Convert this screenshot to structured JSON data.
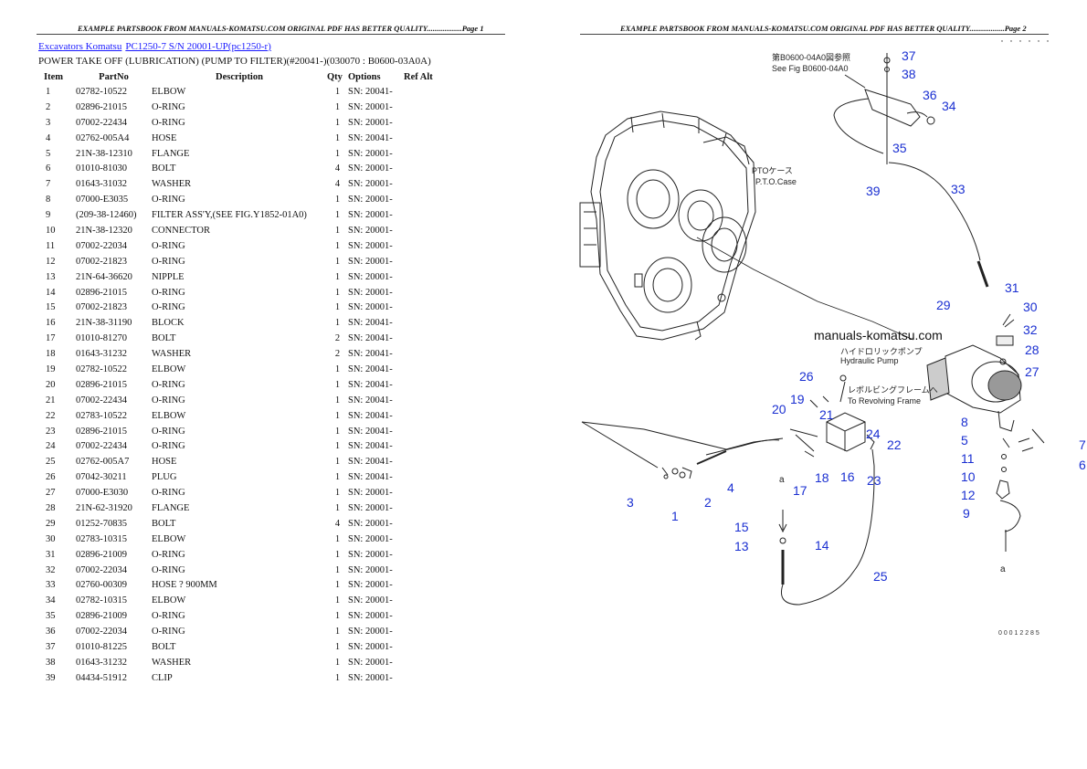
{
  "page1": {
    "header": "EXAMPLE PARTSBOOK FROM MANUALS-KOMATSU.COM ORIGINAL PDF HAS BETTER QUALITY..................Page 1",
    "breadcrumb": {
      "link1": "Excavators Komatsu",
      "link2": "PC1250-7 S/N 20001-UP(pc1250-r)"
    },
    "subtitle": "POWER TAKE OFF (LUBRICATION) (PUMP TO FILTER)(#20041-)(030070 : B0600-03A0A)",
    "table": {
      "headers": [
        "Item",
        "PartNo",
        "Description",
        "Qty",
        "Options",
        "Ref Alt"
      ],
      "rows": [
        [
          "1",
          "02782-10522",
          "ELBOW",
          "1",
          "SN: 20041-"
        ],
        [
          "2",
          "02896-21015",
          "O-RING",
          "1",
          "SN: 20001-"
        ],
        [
          "3",
          "07002-22434",
          "O-RING",
          "1",
          "SN: 20001-"
        ],
        [
          "4",
          "02762-005A4",
          "HOSE",
          "1",
          "SN: 20041-"
        ],
        [
          "5",
          "21N-38-12310",
          "FLANGE",
          "1",
          "SN: 20001-"
        ],
        [
          "6",
          "01010-81030",
          "BOLT",
          "4",
          "SN: 20001-"
        ],
        [
          "7",
          "01643-31032",
          "WASHER",
          "4",
          "SN: 20001-"
        ],
        [
          "8",
          "07000-E3035",
          "O-RING",
          "1",
          "SN: 20001-"
        ],
        [
          "9",
          "(209-38-12460)",
          "FILTER ASS'Y,(SEE FIG.Y1852-01A0)",
          "1",
          "SN: 20001-"
        ],
        [
          "10",
          "21N-38-12320",
          "CONNECTOR",
          "1",
          "SN: 20001-"
        ],
        [
          "11",
          "07002-22034",
          "O-RING",
          "1",
          "SN: 20001-"
        ],
        [
          "12",
          "07002-21823",
          "O-RING",
          "1",
          "SN: 20001-"
        ],
        [
          "13",
          "21N-64-36620",
          "NIPPLE",
          "1",
          "SN: 20001-"
        ],
        [
          "14",
          "02896-21015",
          "O-RING",
          "1",
          "SN: 20001-"
        ],
        [
          "15",
          "07002-21823",
          "O-RING",
          "1",
          "SN: 20001-"
        ],
        [
          "16",
          "21N-38-31190",
          "BLOCK",
          "1",
          "SN: 20041-"
        ],
        [
          "17",
          "01010-81270",
          "BOLT",
          "2",
          "SN: 20041-"
        ],
        [
          "18",
          "01643-31232",
          "WASHER",
          "2",
          "SN: 20041-"
        ],
        [
          "19",
          "02782-10522",
          "ELBOW",
          "1",
          "SN: 20041-"
        ],
        [
          "20",
          "02896-21015",
          "O-RING",
          "1",
          "SN: 20041-"
        ],
        [
          "21",
          "07002-22434",
          "O-RING",
          "1",
          "SN: 20041-"
        ],
        [
          "22",
          "02783-10522",
          "ELBOW",
          "1",
          "SN: 20041-"
        ],
        [
          "23",
          "02896-21015",
          "O-RING",
          "1",
          "SN: 20041-"
        ],
        [
          "24",
          "07002-22434",
          "O-RING",
          "1",
          "SN: 20041-"
        ],
        [
          "25",
          "02762-005A7",
          "HOSE",
          "1",
          "SN: 20041-"
        ],
        [
          "26",
          "07042-30211",
          "PLUG",
          "1",
          "SN: 20041-"
        ],
        [
          "27",
          "07000-E3030",
          "O-RING",
          "1",
          "SN: 20001-"
        ],
        [
          "28",
          "21N-62-31920",
          "FLANGE",
          "1",
          "SN: 20001-"
        ],
        [
          "29",
          "01252-70835",
          "BOLT",
          "4",
          "SN: 20001-"
        ],
        [
          "30",
          "02783-10315",
          "ELBOW",
          "1",
          "SN: 20001-"
        ],
        [
          "31",
          "02896-21009",
          "O-RING",
          "1",
          "SN: 20001-"
        ],
        [
          "32",
          "07002-22034",
          "O-RING",
          "1",
          "SN: 20001-"
        ],
        [
          "33",
          "02760-00309",
          "HOSE ? 900MM",
          "1",
          "SN: 20001-"
        ],
        [
          "34",
          "02782-10315",
          "ELBOW",
          "1",
          "SN: 20001-"
        ],
        [
          "35",
          "02896-21009",
          "O-RING",
          "1",
          "SN: 20001-"
        ],
        [
          "36",
          "07002-22034",
          "O-RING",
          "1",
          "SN: 20001-"
        ],
        [
          "37",
          "01010-81225",
          "BOLT",
          "1",
          "SN: 20001-"
        ],
        [
          "38",
          "01643-31232",
          "WASHER",
          "1",
          "SN: 20001-"
        ],
        [
          "39",
          "04434-51912",
          "CLIP",
          "1",
          "SN: 20001-"
        ]
      ]
    }
  },
  "page2": {
    "header": "EXAMPLE PARTSBOOK FROM MANUALS-KOMATSU.COM ORIGINAL PDF HAS BETTER QUALITY..................Page 2",
    "watermark": "manuals-komatsu.com",
    "drawing": {
      "ref_jp": "第B0600-04A0図参照",
      "ref_en": "See Fig B0600-04A0",
      "pto_jp": "PTOケース",
      "pto_en": "P.T.O.Case",
      "pump_jp": "ハイドロリックポンプ",
      "pump_en": "Hydraulic Pump",
      "frame_jp": "レボルビングフレームへ",
      "frame_en": "To Revolving Frame",
      "letter_a": "a",
      "drawing_code": "0 0 0 1 2 2 8 5",
      "callout_color": "#1a2fd1",
      "callouts": [
        "37",
        "38",
        "36",
        "34",
        "35",
        "39",
        "33",
        "31",
        "29",
        "30",
        "32",
        "28",
        "27",
        "26",
        "19",
        "20",
        "21",
        "24",
        "22",
        "8",
        "5",
        "11",
        "10",
        "12",
        "9",
        "7",
        "6",
        "3",
        "1",
        "2",
        "4",
        "17",
        "18",
        "16",
        "23",
        "15",
        "13",
        "14",
        "25"
      ]
    }
  }
}
